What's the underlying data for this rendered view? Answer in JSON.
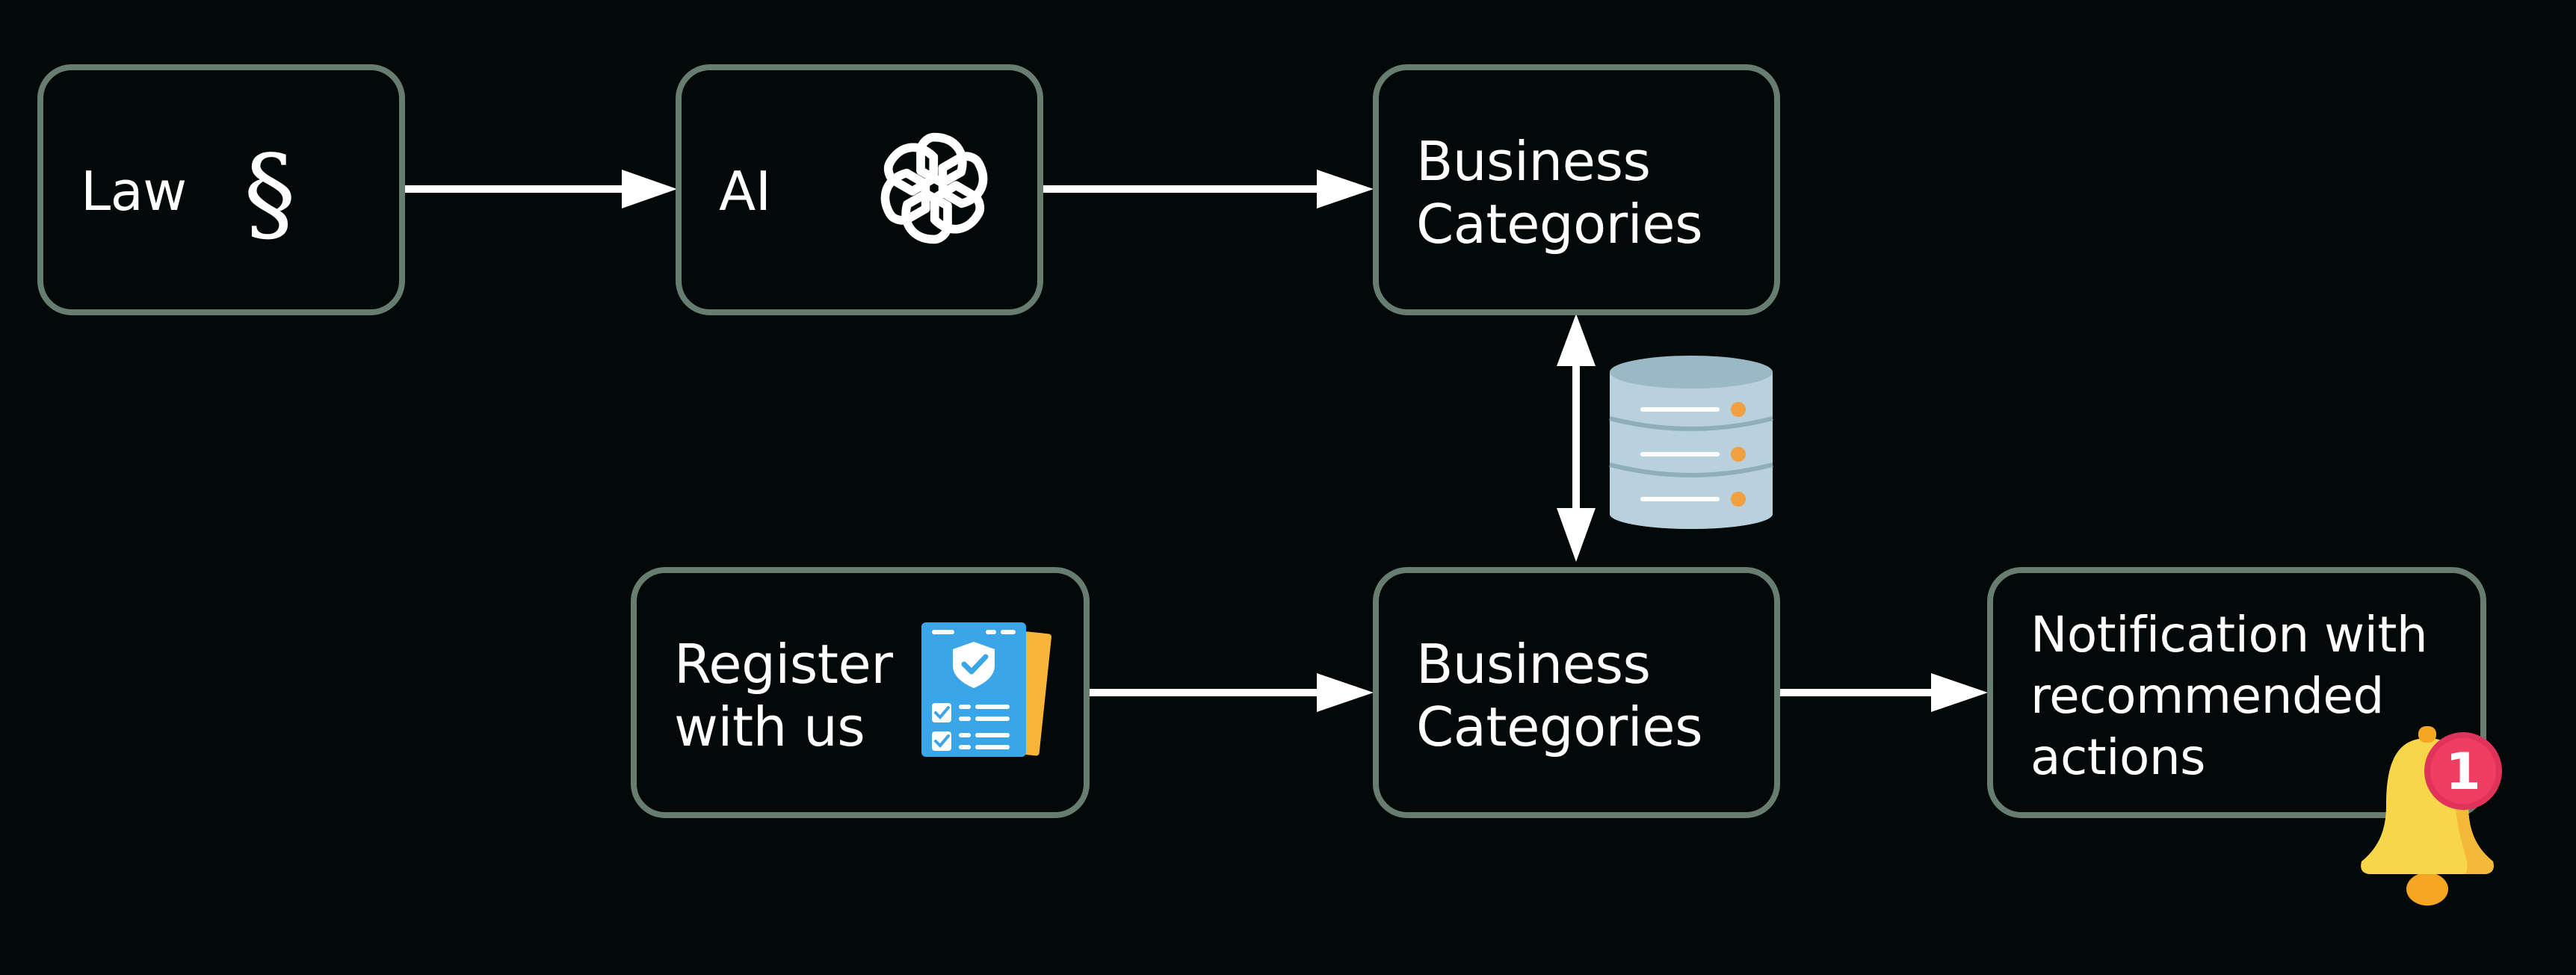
{
  "diagram": {
    "nodes": {
      "law": {
        "label": "Law",
        "icon": "section-sign-icon",
        "glyph": "§"
      },
      "ai": {
        "label": "AI",
        "icon": "openai-logo-icon"
      },
      "business_categories_top": {
        "lines": [
          "Business",
          "Categories"
        ]
      },
      "register": {
        "lines": [
          "Register",
          "with us"
        ],
        "icon": "checklist-document-icon"
      },
      "business_categories_bottom": {
        "lines": [
          "Business",
          "Categories"
        ]
      },
      "notification": {
        "lines": [
          "Notification with",
          "recommended",
          "actions"
        ],
        "icon": "bell-icon"
      }
    },
    "database_icon": "database-icon",
    "notification_badge": "1",
    "edges": [
      {
        "from": "Law",
        "to": "AI"
      },
      {
        "from": "AI",
        "to": "Business Categories"
      },
      {
        "from": "Business Categories",
        "to": "Business Categories",
        "bidirectional": true
      },
      {
        "from": "Register with us",
        "to": "Business Categories"
      },
      {
        "from": "Business Categories",
        "to": "Notification with recommended actions"
      }
    ],
    "colors": {
      "background": "#030808",
      "node_border": "#667d6f",
      "arrow": "#ffffff",
      "database": "#b9d1dc",
      "database_dots": "#f0a040",
      "document": "#3aa6e8",
      "bell": "#f7d64a",
      "badge": "#e0335a"
    }
  }
}
